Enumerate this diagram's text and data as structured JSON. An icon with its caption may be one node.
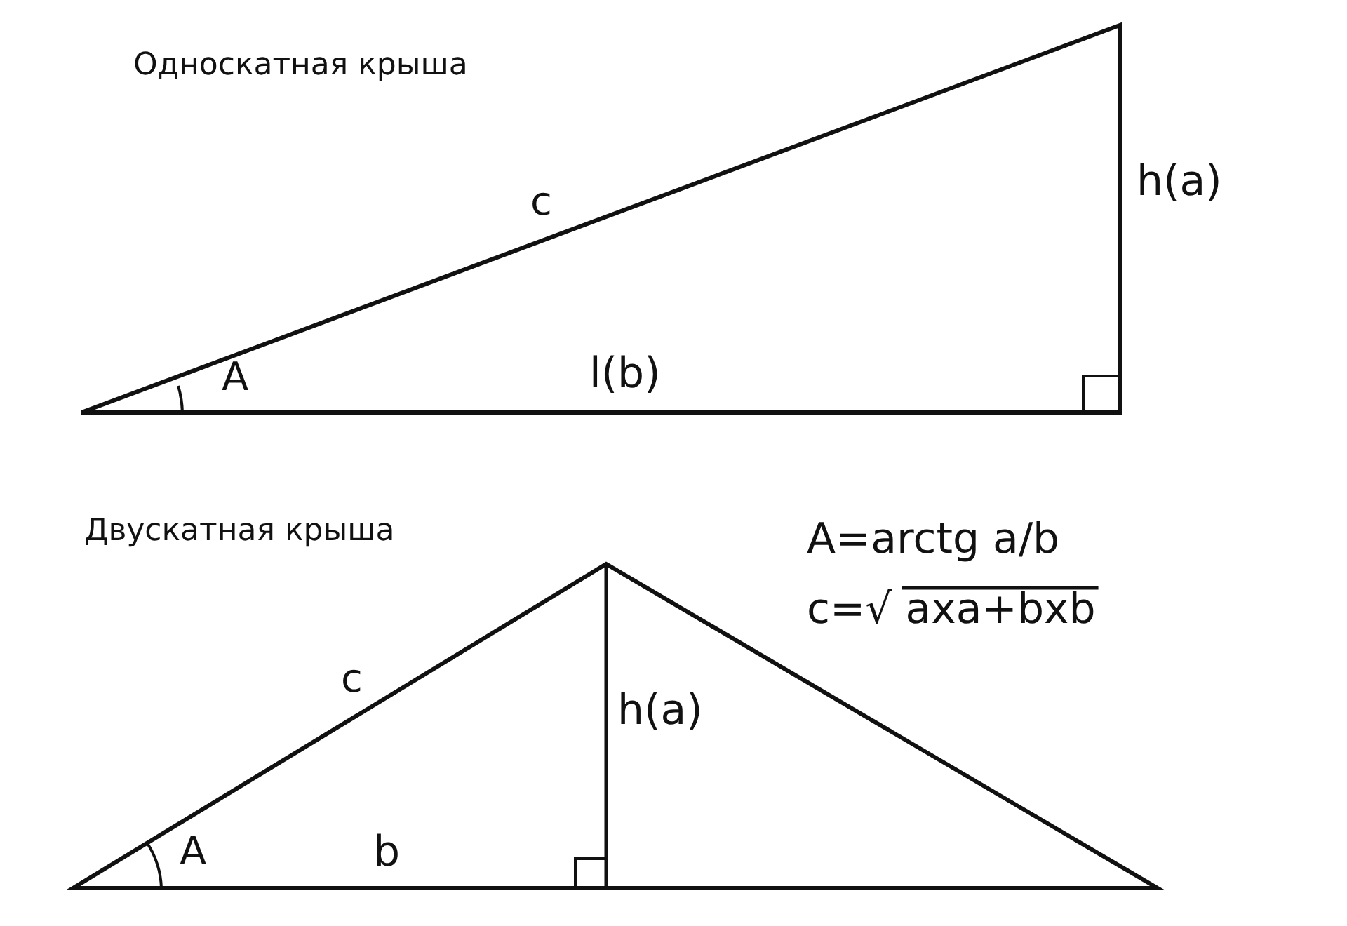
{
  "diagram": {
    "labels": [
      "Односкатная крыша",
      "c",
      "h(a)",
      "A",
      "l(b)",
      "Двускатная крыша",
      "A=arctg a/b",
      "c=√ axa+bxb",
      "c",
      "h(a)",
      "A",
      "b"
    ]
  }
}
